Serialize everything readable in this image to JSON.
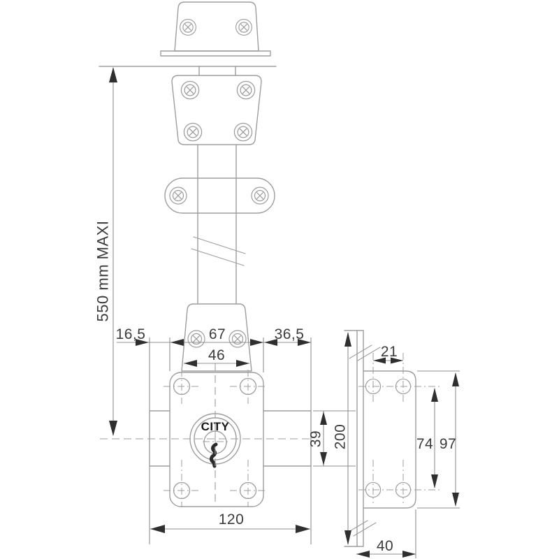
{
  "drawing": {
    "brand": "CITY",
    "views": {
      "front": "front-view-rod-lock",
      "side": "side-profile-view"
    },
    "dimensions": {
      "max_length": "550 mm MAXI",
      "left_offset": "16,5",
      "case_width": "67",
      "guide_plate_width": "46",
      "right_offset": "36,5",
      "bolt_block_height": "39",
      "overall_width": "120",
      "side_hole_spacing": "21",
      "side_overall_length": "200",
      "side_hole_pitch": "74",
      "side_plate_length": "97",
      "side_depth": "40"
    },
    "colors": {
      "background": "#ffffff",
      "outline": "#9d9d9d",
      "dimension_line": "#8f8f8f",
      "arrow": "#2f2f2f",
      "dimension_text": "#3b3b3b",
      "brand_text": "#161616"
    }
  }
}
